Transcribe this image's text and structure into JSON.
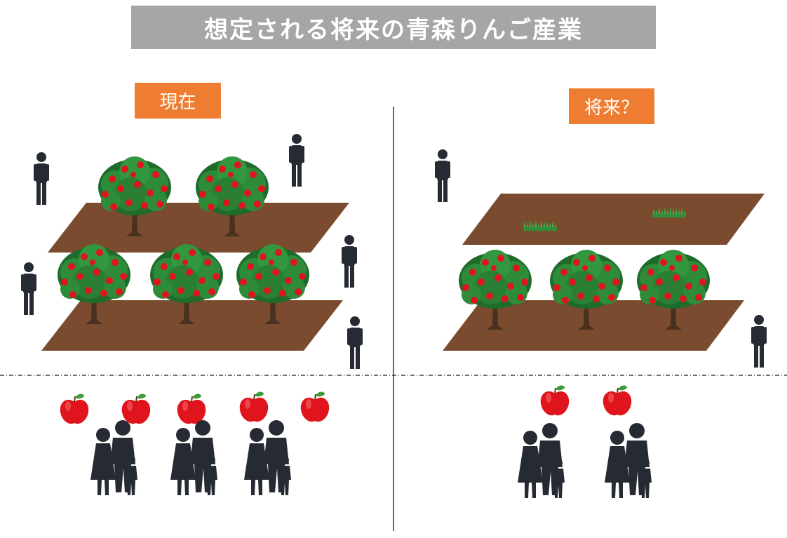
{
  "title": "想定される将来の青森りんご産業",
  "panels": {
    "now": {
      "label": "現在"
    },
    "future": {
      "label": "将来？"
    }
  },
  "colors": {
    "title_bg": "#a6a6a6",
    "label_bg": "#ee7d31",
    "field": "#7a4b2e",
    "leaf": "#2e8b3a",
    "apple": "#e0141c",
    "figure": "#252a33",
    "grass": "#3fae4a"
  }
}
